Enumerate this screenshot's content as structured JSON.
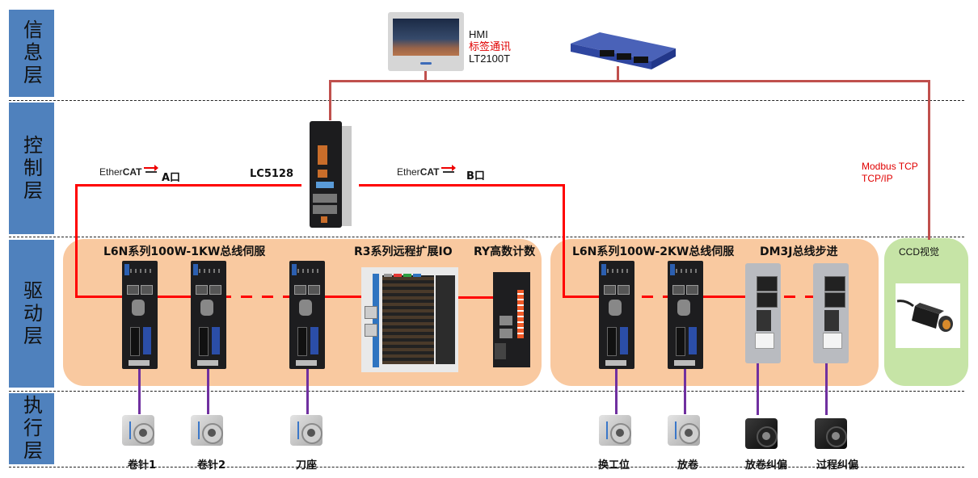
{
  "layers": [
    {
      "id": "info",
      "label": "信息层"
    },
    {
      "id": "control",
      "label": "控制层"
    },
    {
      "id": "drive",
      "label": "驱动层"
    },
    {
      "id": "execute",
      "label": "执行层"
    }
  ],
  "info_layer": {
    "hmi": {
      "line1": "HMI",
      "line2": "标签通讯",
      "line3": "LT2100T"
    },
    "switch": {
      "name": "network-switch"
    }
  },
  "control_layer": {
    "controller": "LC5128",
    "ethercat_a": {
      "logo_prefix": "Ether",
      "logo_bold": "CAT",
      "port": "A口"
    },
    "ethercat_b": {
      "logo_prefix": "Ether",
      "logo_bold": "CAT",
      "port": "B口"
    },
    "protocol": {
      "line1": "Modbus TCP",
      "line2": "TCP/IP"
    }
  },
  "drive_layer": {
    "group_a_title": "L6N系列100W-1KW总线伺服",
    "io_title": "R3系列远程扩展IO",
    "counter_title": "RY高数计数",
    "group_b_title": "L6N系列100W-2KW总线伺服",
    "stepper_title": "DM3J总线步进",
    "vision_title": "CCD视觉"
  },
  "execute_layer": {
    "motors": [
      {
        "label": "卷针1",
        "type": "servo"
      },
      {
        "label": "卷针2",
        "type": "servo"
      },
      {
        "label": "刀座",
        "type": "servo"
      },
      {
        "label": "换工位",
        "type": "servo"
      },
      {
        "label": "放卷",
        "type": "servo"
      },
      {
        "label": "放卷纠偏",
        "type": "stepper"
      },
      {
        "label": "过程纠偏",
        "type": "stepper"
      }
    ]
  },
  "colors": {
    "layer_label_bg": "#4f81bd",
    "ethercat_line": "#ff0000",
    "ethernet_line": "#c0504d",
    "motor_cable": "#7030a0",
    "drive_group_bg": "#f9c9a0",
    "vision_group_bg": "#c6e4a6"
  }
}
